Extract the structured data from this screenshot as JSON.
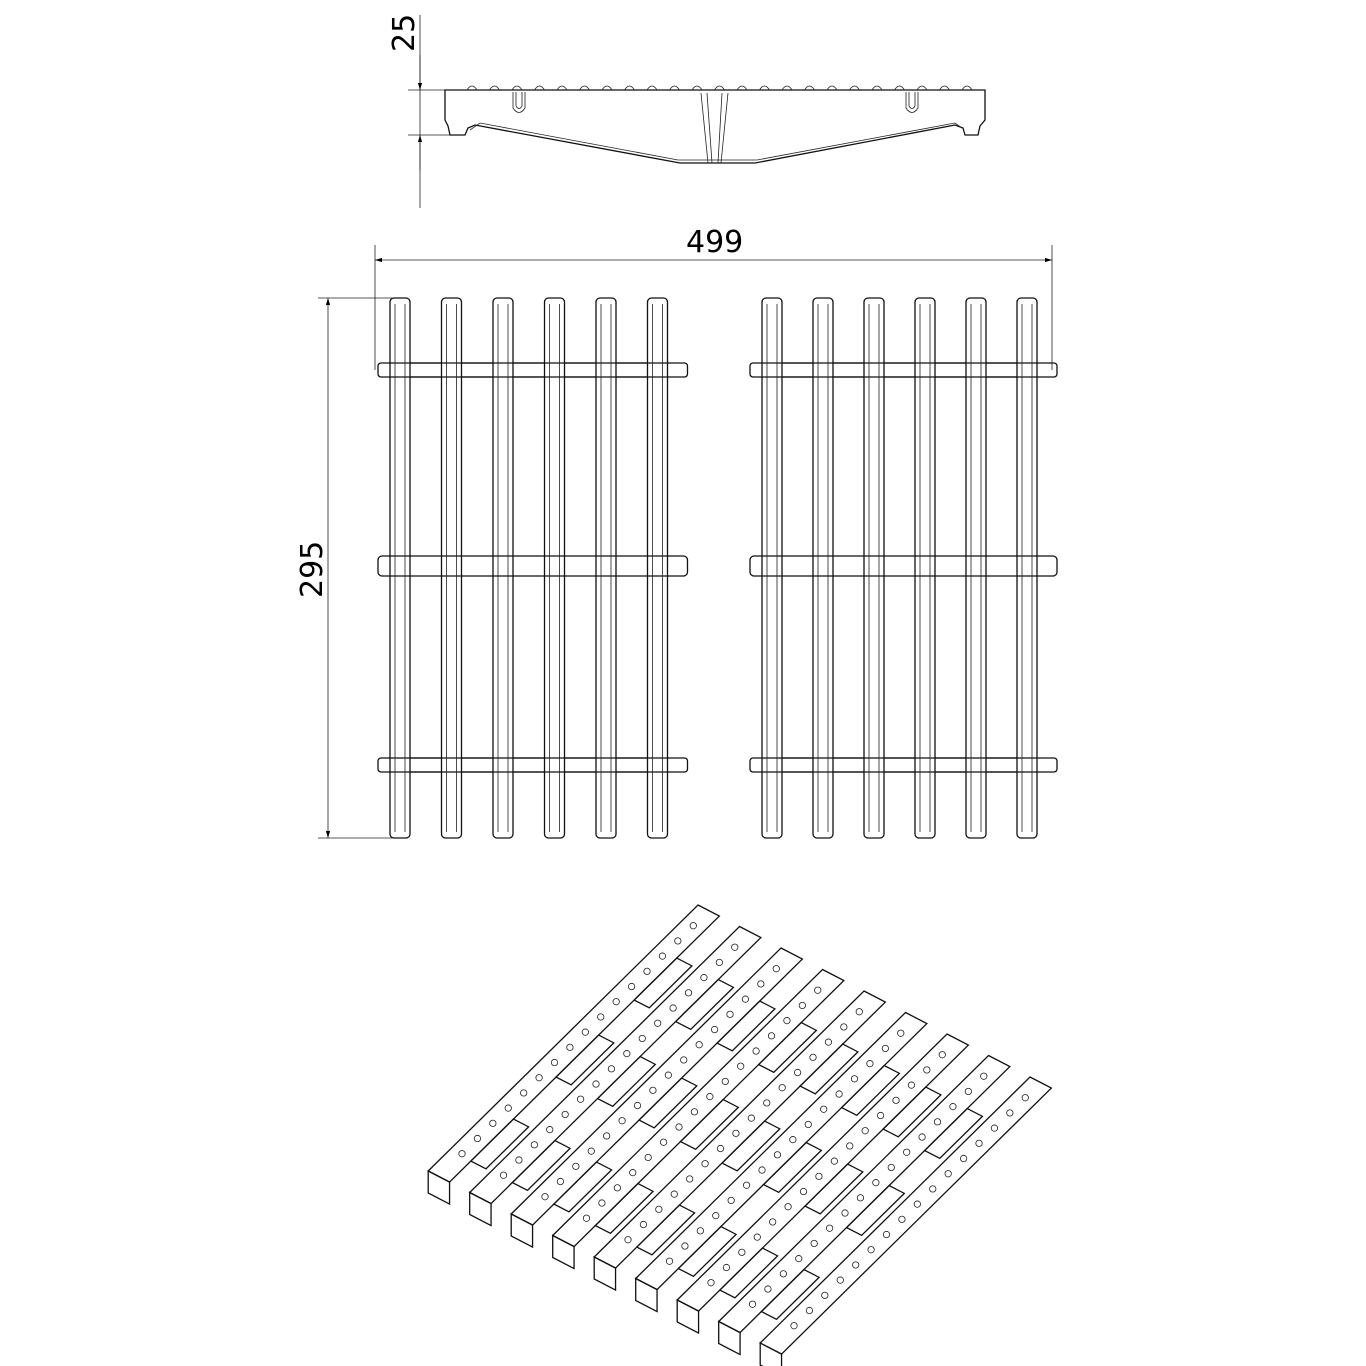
{
  "drawing": {
    "views": [
      "side-view",
      "plan-view",
      "isometric-view"
    ],
    "dimensions": {
      "height": "25",
      "width": "499",
      "depth": "295"
    },
    "plan": {
      "bars_per_grate": 6,
      "grates": 2
    },
    "isometric": {
      "bars": 9
    },
    "line_color": "#000000",
    "background": "#ffffff"
  }
}
